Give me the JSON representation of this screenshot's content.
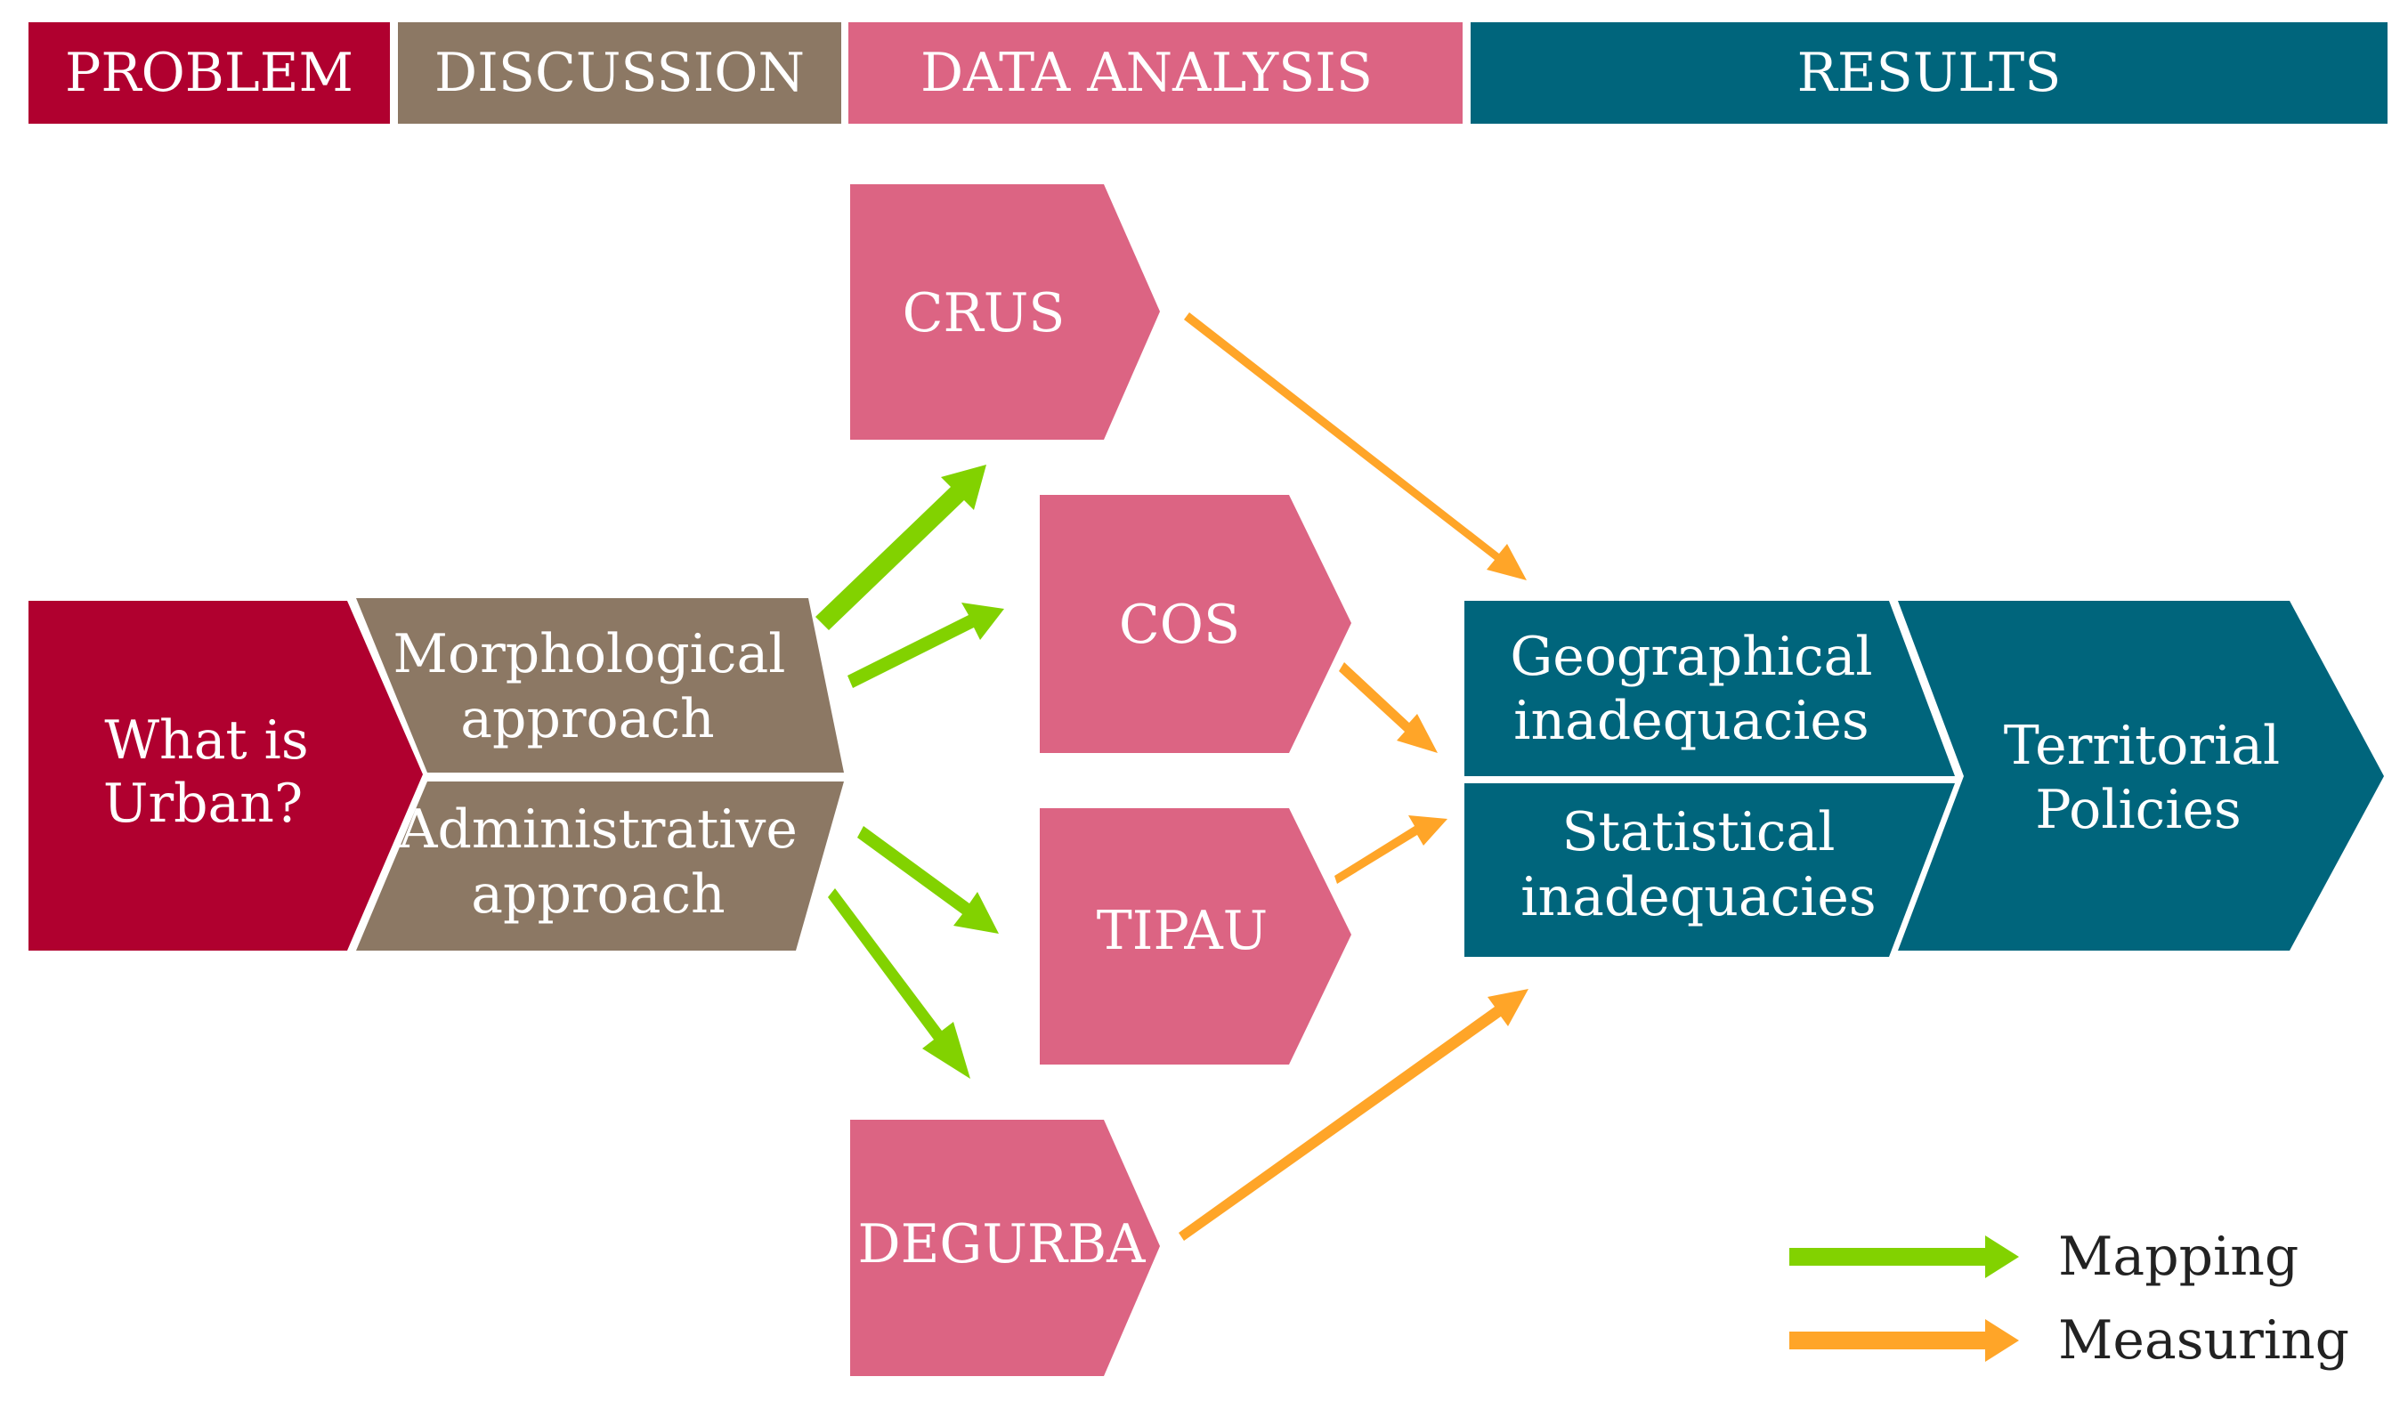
{
  "headers": {
    "problem": "PROBLEM",
    "discussion": "DISCUSSION",
    "data_analysis": "DATA ANALYSIS",
    "results": "RESULTS"
  },
  "problem": {
    "line1": "What is",
    "line2": "Urban?"
  },
  "discussion": {
    "morphological": {
      "line1": "Morphological",
      "line2": "approach"
    },
    "administrative": {
      "line1": "Administrative",
      "line2": "approach"
    }
  },
  "datasets": {
    "crus": "CRUS",
    "cos": "COS",
    "tipau": "TIPAU",
    "degurba": "DEGURBA"
  },
  "results": {
    "geographical": {
      "line1": "Geographical",
      "line2": "inadequacies"
    },
    "statistical": {
      "line1": "Statistical",
      "line2": "inadequacies"
    },
    "policies": {
      "line1": "Territorial",
      "line2": "Policies"
    }
  },
  "legend": {
    "mapping": "Mapping",
    "measuring": "Measuring"
  },
  "colors": {
    "problem": "#b0002f",
    "discussion": "#8c7864",
    "data_analysis": "#dc6483",
    "results": "#00657c",
    "mapping_arrow": "#82d200",
    "measuring_arrow": "#ffa528"
  }
}
